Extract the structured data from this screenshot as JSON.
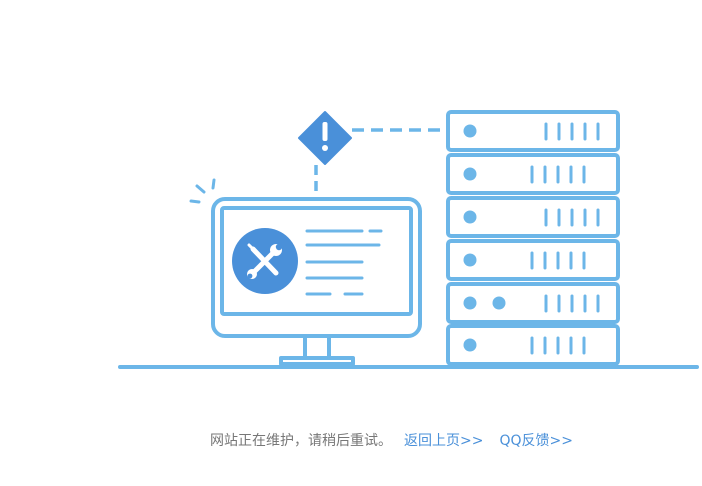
{
  "colors": {
    "line": "#6cb6e8",
    "accent": "#4a90d9",
    "dot": "#6cb6e8",
    "text": "#777777",
    "link": "#4a90d9"
  },
  "icons": {
    "warning": "exclamation-diamond-icon",
    "tools": "wrench-screwdriver-icon"
  },
  "message": {
    "text": "网站正在维护，请稍后重试。",
    "back_link": "返回上页>>",
    "feedback_link": "QQ反馈>>"
  }
}
